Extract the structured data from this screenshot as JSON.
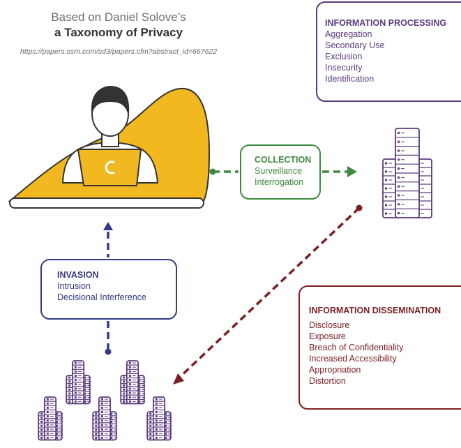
{
  "header": {
    "line1": "Based on Daniel Solove’s",
    "line2": "a Taxonomy of Privacy",
    "line3": "https://papers.ssrn.com/sd3/papers.cfm?abstract_id=667622"
  },
  "processing": {
    "title": "INFORMATION PROCESSING",
    "items": [
      "Aggregation",
      "Secondary Use",
      "Exclusion",
      "Insecurity",
      "Identification"
    ]
  },
  "collection": {
    "title": "COLLECTION",
    "items": [
      "Surveillance",
      "Interrogation"
    ]
  },
  "invasion": {
    "title": "INVASION",
    "items": [
      "Intrusion",
      "Decisional Interference"
    ]
  },
  "dissemination": {
    "title": "INFORMATION DISSEMINATION",
    "items": [
      "Disclosure",
      "Exposure",
      "Breach of Confidentiality",
      "Increased Accessibility",
      "Appropriation",
      "Distortion"
    ]
  },
  "colors": {
    "purple": "#5a3a7e",
    "green": "#3f8a3f",
    "navy": "#343a86",
    "maroon": "#7c1f22",
    "blob": "#f2b81f"
  },
  "icons": [
    "person-laptop-icon",
    "server-icon",
    "server-cluster-icon"
  ]
}
